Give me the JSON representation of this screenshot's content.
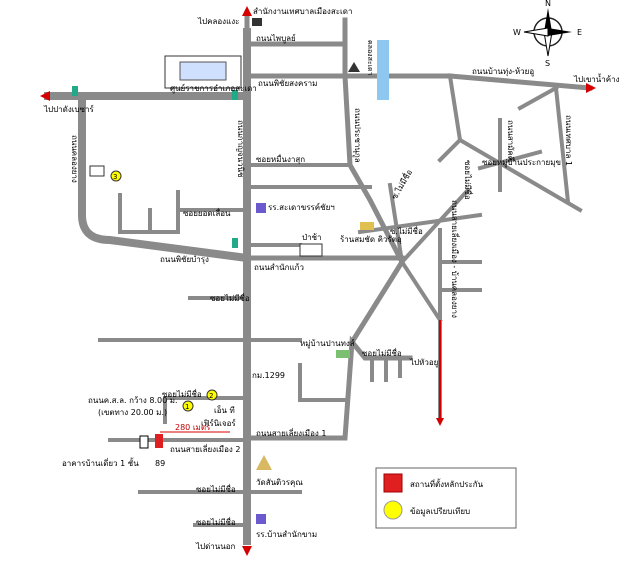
{
  "compass": {
    "n": "N",
    "s": "S",
    "e": "E",
    "w": "W"
  },
  "places": {
    "district_office": "สำนักงานเทศบาลเมืองสะเดา",
    "gov_center": "ศูนย์ราชการอำเภอสะเดา",
    "school_1": "รร.สะเดาขรรค์ชัยฯ",
    "restaurant": "ร้านสมชัด คิวรัตอุ",
    "village": "หมู่บ้านปานทงส์",
    "temple": "วัดสันติวรคุณ",
    "school_2": "รร.บ้านสำนักขาม",
    "market": "ป่าช้า",
    "km_marker": "กม.1299",
    "gas": "เอ็น ที",
    "store": "เฟิร์นิเจอร์",
    "building": "อาคารบ้านเดี่ยว 1 ชั้น",
    "house_no": "89"
  },
  "roads": {
    "to_klong_ae": "ไปคลองแงะ",
    "to_padang_besar": "ไปปาดังเบซาร์",
    "to_khao_namkhang": "ไปเขาน้ำค้าง",
    "to_dan_nok": "ไปด่านนอก",
    "to_hua_yai": "ไปหัวอยู",
    "phaiboon": "ถนนไพบูลย์",
    "phichai_songkhram": "ถนนพิชัยสงคราม",
    "ban_thung_huai": "ถนนบ้านทุ่ง-ห้วยอู",
    "soi_sam_1": "ซอยหมู่บ้านประกายมุข",
    "soi_muen": "ซอยหมื่นงาสุก",
    "soi_yot": "ซอยยอดเลื่อน",
    "phanich": "ถนนพิชัยบำรุง",
    "samnak_kaew": "ถนนสำนักแก้ว",
    "soi_mai_mee_1": "ซอยไม่มีชื่อ",
    "soi_mai_mee_2": "ซอยไม่มีชื่อ",
    "soi_mai_mee_3": "ซอยไม่มีชื่อ",
    "soi_mai_mee_4": "ซอยไม่มีชื่อ",
    "soi_mai_mee_5": "ซอยไม่มีชื่อ",
    "soi_mai_mee_6": "ซอยไม่มีชื่อ",
    "sai_lueang_1": "ถนนสายเลี่ยงเมือง 1",
    "sai_lueang_2": "ถนนสายเลี่ยงเมือง 2",
    "kanchanawanit": "ถนนกาญจนวนิช",
    "khlong_road": "ถนนคลองยาง",
    "prachanukul": "ถนนประชานุกูล",
    "samakkhi": "ถนนสามัคคี",
    "trat_road": "ถนนเทศบาล 1",
    "so_mai_mee_vert": "ซ.ไม่มีชื่อ",
    "so_mai_mee_vert2": "ซ.ไม่มีชื่อ",
    "canal": "คลองสะเดา",
    "bypass": "ถนนสายเลี่ยงเมือง - บ้านคลองยาง",
    "width_note": "ถนนค.ส.ล. กว้าง 8.00 ม.",
    "row_note": "(เขตทาง 20.00 ม.)",
    "distance": "280 เมตร"
  },
  "markers": {
    "one": "1",
    "two": "2",
    "three": "3"
  },
  "legend": {
    "item_subject": "สถานที่ตั้งหลักประกัน",
    "item_compare": "ข้อมูลเปรียบเทียบ"
  },
  "colors": {
    "road": "#8a8a8a",
    "arrow": "#d40000",
    "subject": "#e02020",
    "compare": "#ffff00",
    "water": "#8ec8f0"
  }
}
